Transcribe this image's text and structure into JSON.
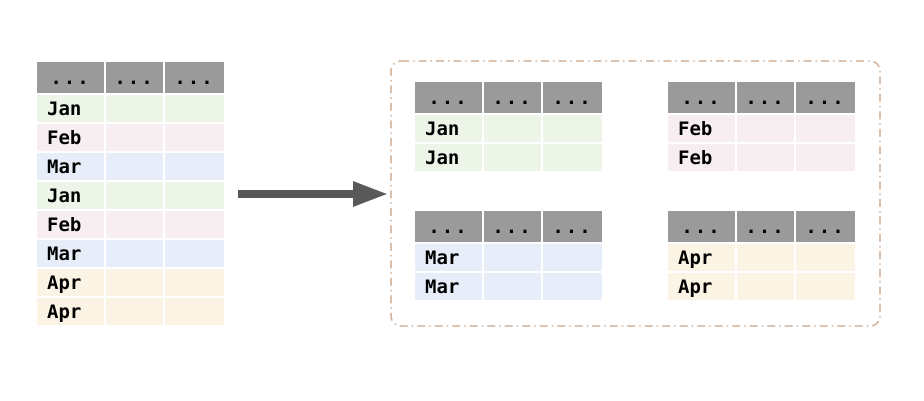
{
  "diagram": {
    "description": "table split into month groups",
    "colors": {
      "background": "#ffffff",
      "header_bg": "#9a9a9a",
      "text": "#000000",
      "arrow": "#595959",
      "group_box_border": "#d0b098",
      "jan": "#edf5e9",
      "feb": "#f6eef1",
      "mar": "#e7eefa",
      "apr": "#fbf3e4"
    },
    "source_table": {
      "headers": [
        "...",
        "...",
        "..."
      ],
      "rows": [
        {
          "label": "Jan",
          "group": "jan"
        },
        {
          "label": "Feb",
          "group": "feb"
        },
        {
          "label": "Mar",
          "group": "mar"
        },
        {
          "label": "Jan",
          "group": "jan"
        },
        {
          "label": "Feb",
          "group": "feb"
        },
        {
          "label": "Mar",
          "group": "mar"
        },
        {
          "label": "Apr",
          "group": "apr"
        },
        {
          "label": "Apr",
          "group": "apr"
        }
      ]
    },
    "groups": [
      {
        "id": "jan",
        "headers": [
          "...",
          "...",
          "..."
        ],
        "rows": [
          {
            "label": "Jan",
            "group": "jan"
          },
          {
            "label": "Jan",
            "group": "jan"
          }
        ]
      },
      {
        "id": "feb",
        "headers": [
          "...",
          "...",
          "..."
        ],
        "rows": [
          {
            "label": "Feb",
            "group": "feb"
          },
          {
            "label": "Feb",
            "group": "feb"
          }
        ]
      },
      {
        "id": "mar",
        "headers": [
          "...",
          "...",
          "..."
        ],
        "rows": [
          {
            "label": "Mar",
            "group": "mar"
          },
          {
            "label": "Mar",
            "group": "mar"
          }
        ]
      },
      {
        "id": "apr",
        "headers": [
          "...",
          "...",
          "..."
        ],
        "rows": [
          {
            "label": "Apr",
            "group": "apr"
          },
          {
            "label": "Apr",
            "group": "apr"
          }
        ]
      }
    ]
  }
}
